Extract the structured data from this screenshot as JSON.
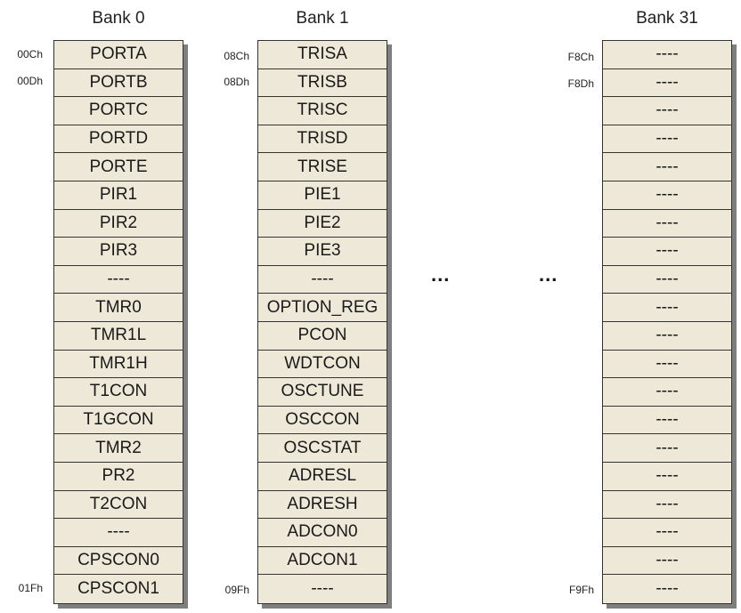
{
  "banks": [
    {
      "title": "Bank 0",
      "registers": [
        "PORTA",
        "PORTB",
        "PORTC",
        "PORTD",
        "PORTE",
        "PIR1",
        "PIR2",
        "PIR3",
        "----",
        "TMR0",
        "TMR1L",
        "TMR1H",
        "T1CON",
        "T1GCON",
        "TMR2",
        "PR2",
        "T2CON",
        "----",
        "CPSCON0",
        "CPSCON1"
      ],
      "addresses": {
        "first": "00Ch",
        "second": "00Dh",
        "last": "01Fh"
      }
    },
    {
      "title": "Bank 1",
      "registers": [
        "TRISA",
        "TRISB",
        "TRISC",
        "TRISD",
        "TRISE",
        "PIE1",
        "PIE2",
        "PIE3",
        "----",
        "OPTION_REG",
        "PCON",
        "WDTCON",
        "OSCTUNE",
        "OSCCON",
        "OSCSTAT",
        "ADRESL",
        "ADRESH",
        "ADCON0",
        "ADCON1",
        "----"
      ],
      "addresses": {
        "first": "08Ch",
        "second": "08Dh",
        "last": "09Fh"
      }
    },
    {
      "title": "Bank 31",
      "registers": [
        "----",
        "----",
        "----",
        "----",
        "----",
        "----",
        "----",
        "----",
        "----",
        "----",
        "----",
        "----",
        "----",
        "----",
        "----",
        "----",
        "----",
        "----",
        "----",
        "----"
      ],
      "addresses": {
        "first": "F8Ch",
        "second": "F8Dh",
        "last": "F9Fh"
      }
    }
  ],
  "ellipses": [
    "...",
    "..."
  ]
}
